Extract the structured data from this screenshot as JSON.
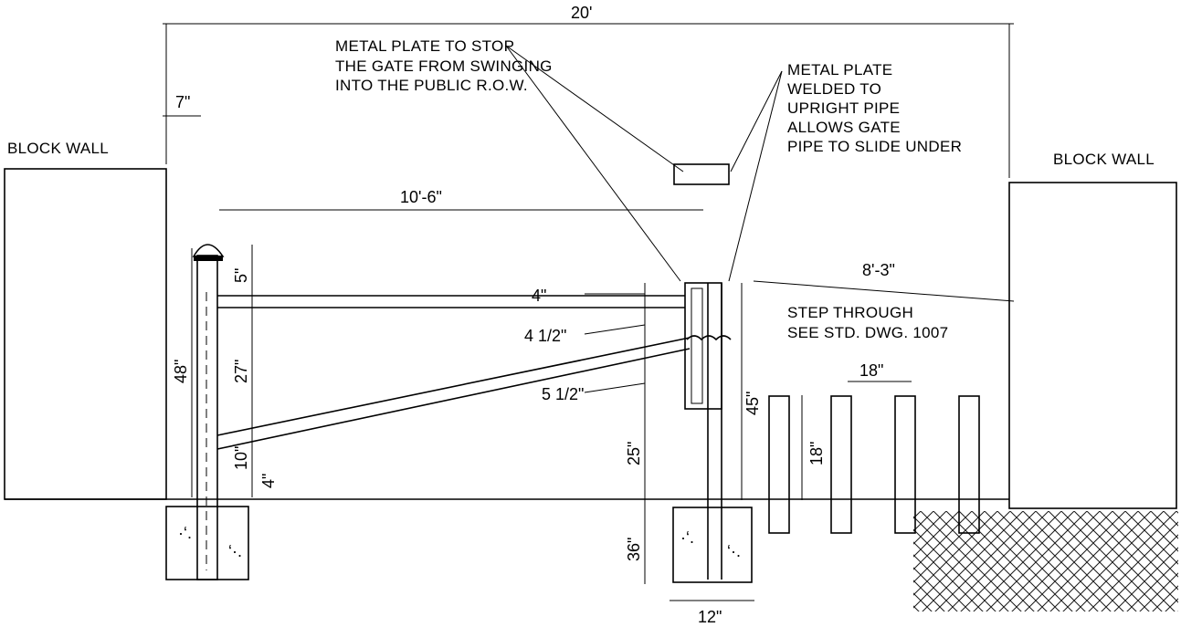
{
  "labels": {
    "block_wall_left": "BLOCK WALL",
    "block_wall_right": "BLOCK WALL",
    "stop_plate": [
      "METAL PLATE TO STOP",
      "THE GATE FROM SWINGING",
      "INTO THE PUBLIC R.O.W."
    ],
    "welded_plate": [
      "METAL PLATE",
      "WELDED TO",
      "UPRIGHT PIPE",
      "ALLOWS GATE",
      "PIPE TO SLIDE UNDER"
    ],
    "step_through": [
      "STEP THROUGH",
      "SEE STD. DWG. 1007"
    ]
  },
  "dimensions": {
    "total_width": "20'",
    "post_width": "7\"",
    "gate_length": "10'-6\"",
    "right_span": "8'-3\"",
    "post_height": "48\"",
    "top_offset": "5\"",
    "rail_gap": "27\"",
    "bottom_gap": "10\"",
    "ground_gap": "4\"",
    "plate_top": "4\"",
    "plate_mid": "4 1/2\"",
    "plate_low": "5 1/2\"",
    "lower_height": "25\"",
    "upright_height": "45\"",
    "footing_depth": "36\"",
    "footing_width": "12\"",
    "bollard_spacing": "18\"",
    "bollard_height": "18\""
  }
}
